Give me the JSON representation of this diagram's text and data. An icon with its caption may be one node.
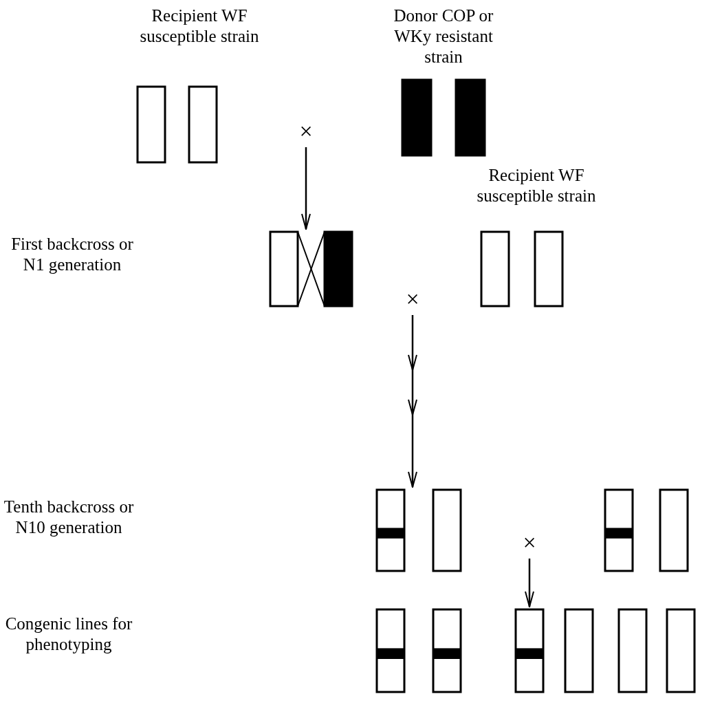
{
  "diagram": {
    "nodes": [
      {
        "text": [
          "Recipient WF susceptible strain"
        ]
      },
      {
        "text": [
          "×"
        ]
      },
      {
        "text": [
          "Donor COP or WKy resistant strain"
        ]
      },
      {
        "text": [],
        "shape": "bar"
      },
      {
        "text": [
          "×"
        ]
      },
      {
        "text": [
          "Recipient WF susceptible strain"
        ]
      },
      {
        "text": [],
        "shape": "bar"
      },
      {
        "text": [
          "×"
        ]
      },
      {
        "text": [],
        "shape": "bar"
      },
      {
        "text": [],
        "shape": "bar"
      },
      {
        "text": [],
        "shape": "bar"
      },
      {
        "text": [],
        "shape": "bar"
      }
    ],
    "edges": [
      {
        "from": 1,
        "to": 3,
        "arrow": "to"
      },
      {
        "from": 4,
        "to": 6,
        "arrow": "to"
      },
      {
        "from": 7,
        "to": 10,
        "arrow": "to"
      }
    ],
    "labels": [
      "First backcross or N1 generation",
      "Tenth backcross or N10 generation",
      "Congenic lines for phenotyping"
    ]
  }
}
